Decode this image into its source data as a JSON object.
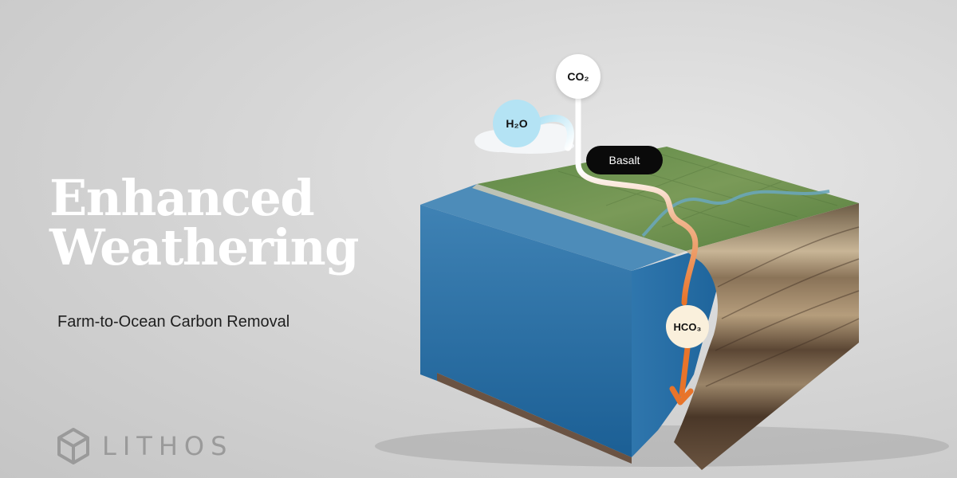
{
  "headline": {
    "line1": "Enhanced",
    "line2": "Weathering"
  },
  "subtitle": "Farm-to-Ocean Carbon Removal",
  "brand": {
    "name": "LITHOS",
    "logo_icon": "hexagon-cube-icon"
  },
  "diagram": {
    "labels": {
      "co2": "CO₂",
      "h2o": "H₂O",
      "basalt": "Basalt",
      "hco3": "HCO₃"
    }
  },
  "colors": {
    "background": "#d6d6d6",
    "headline": "#ffffff",
    "co2_bubble": "#ffffff",
    "h2o_bubble": "#b4e3f4",
    "hco3_bubble": "#faf0dc",
    "basalt_pill": "#0a0a0a",
    "flow_arrow": "#e8742a"
  }
}
